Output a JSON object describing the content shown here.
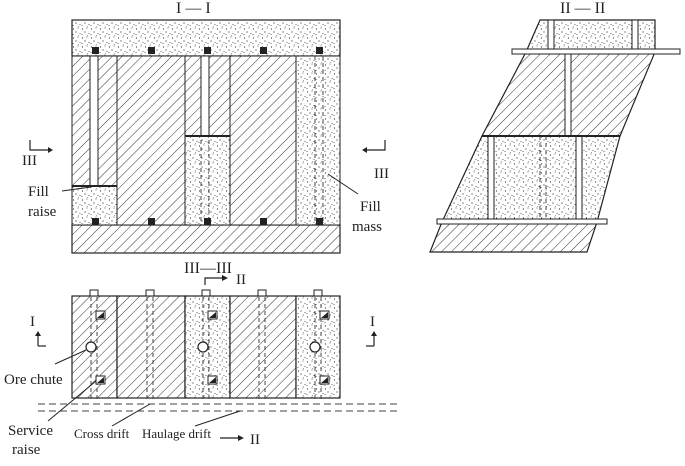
{
  "labels": {
    "section_1": "I — I",
    "section_2": "II — II",
    "section_3": "III—III",
    "mark_3_left": "III",
    "mark_3_right": "III",
    "mark_1_left": "I",
    "mark_1_right": "I",
    "mark_2_top": "II",
    "mark_2_bottom": "II",
    "fill_raise_1": "Fill",
    "fill_raise_2": "raise",
    "fill_mass_1": "Fill",
    "fill_mass_2": "mass",
    "ore_chute": "Ore chute",
    "service_raise_1": "Service",
    "service_raise_2": "raise",
    "cross_drift": "Cross drift",
    "haulage_drift": "Haulage drift"
  }
}
